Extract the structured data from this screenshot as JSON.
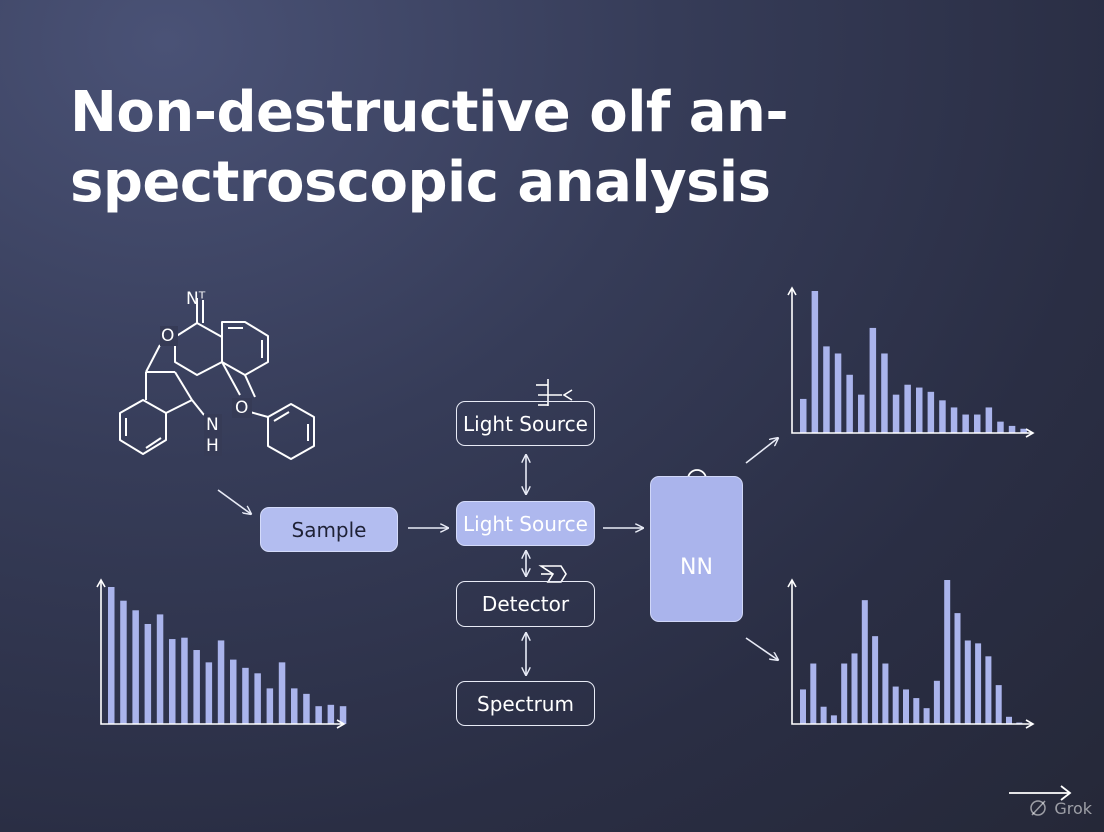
{
  "title": {
    "line1": "Non-destructive olf an-",
    "line2": "spectroscopic analysis"
  },
  "molecule": {
    "atoms": [
      "Nᵀ",
      "O",
      "O",
      "N",
      "H"
    ]
  },
  "flow": {
    "sample": "Sample",
    "top_box": "Light Source",
    "center_box": "Light Source",
    "detector": "Detector",
    "spectrum": "Spectrum",
    "nn_label": "NN"
  },
  "icons": [
    "connector-icon",
    "prism-icon",
    "person-icon",
    "triangle-icon",
    "arrow-icon"
  ],
  "watermark": "Grok",
  "colors": {
    "bar": "#aab4ec",
    "box_fill": "#b3bdf0",
    "outline": "#e8ebf6",
    "background": "#2e3248"
  },
  "chart_data": [
    {
      "type": "bar",
      "values": [
        100,
        90,
        83,
        73,
        80,
        62,
        63,
        54,
        45,
        61,
        47,
        41,
        37,
        26,
        45,
        26,
        22,
        13,
        14,
        13
      ]
    },
    {
      "type": "bar",
      "values": [
        24,
        100,
        61,
        56,
        41,
        27,
        74,
        56,
        27,
        34,
        32,
        29,
        23,
        18,
        13,
        13,
        18,
        8,
        5,
        3
      ]
    },
    {
      "type": "bar",
      "values": [
        24,
        42,
        12,
        6,
        42,
        49,
        86,
        61,
        42,
        26,
        24,
        18,
        11,
        30,
        100,
        77,
        58,
        56,
        47,
        27,
        5,
        1
      ]
    }
  ]
}
